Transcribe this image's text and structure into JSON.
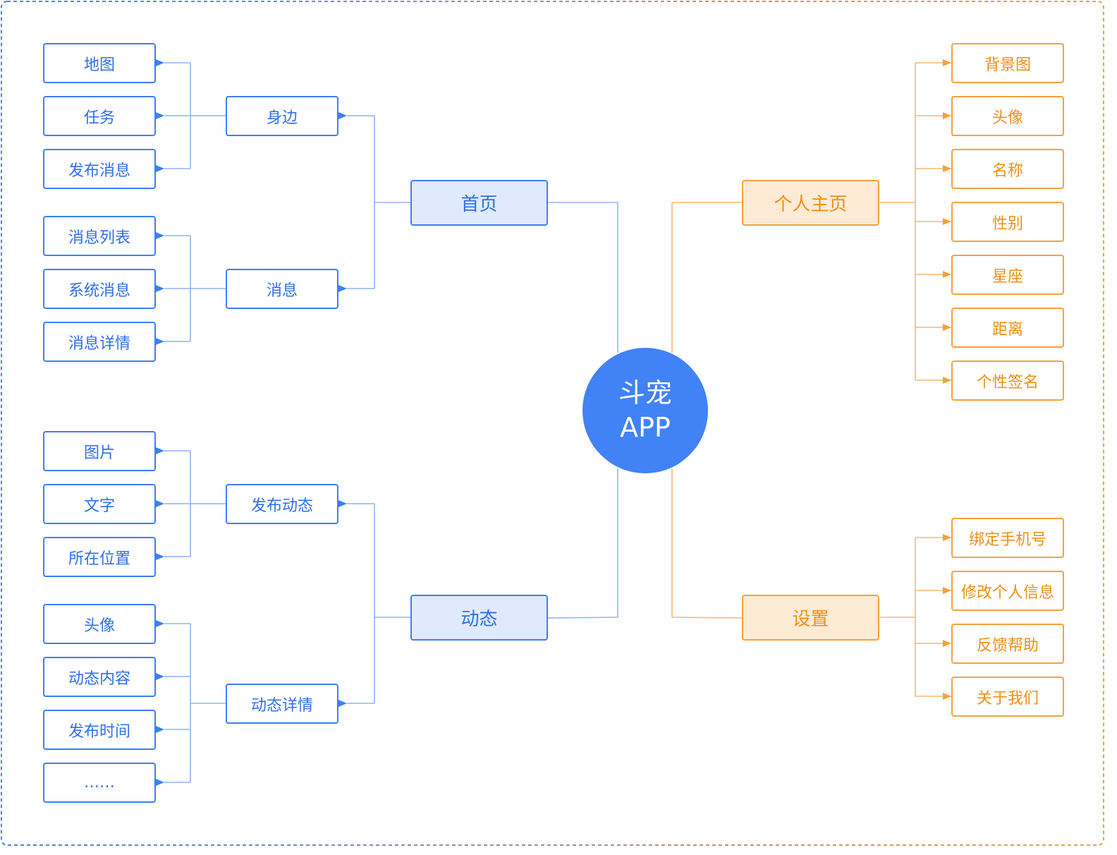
{
  "center": {
    "line1": "斗宠",
    "line2": "APP"
  },
  "left": {
    "home": {
      "label": "首页",
      "nearby": {
        "label": "身边",
        "items": [
          "地图",
          "任务",
          "发布消息"
        ]
      },
      "messages": {
        "label": "消息",
        "items": [
          "消息列表",
          "系统消息",
          "消息详情"
        ]
      }
    },
    "feed": {
      "label": "动态",
      "publish": {
        "label": "发布动态",
        "items": [
          "图片",
          "文字",
          "所在位置"
        ]
      },
      "detail": {
        "label": "动态详情",
        "items": [
          "头像",
          "动态内容",
          "发布时间",
          "……"
        ]
      }
    }
  },
  "right": {
    "profile": {
      "label": "个人主页",
      "items": [
        "背景图",
        "头像",
        "名称",
        "性别",
        "星座",
        "距离",
        "个性签名"
      ]
    },
    "settings": {
      "label": "设置",
      "items": [
        "绑定手机号",
        "修改个人信息",
        "反馈帮助",
        "关于我们"
      ]
    }
  },
  "colors": {
    "blue": "#3d7ff5",
    "blue_line": "#8fb4f7",
    "orange": "#f3a23c",
    "orange_line": "#f6b871",
    "center": "#4182f6"
  }
}
